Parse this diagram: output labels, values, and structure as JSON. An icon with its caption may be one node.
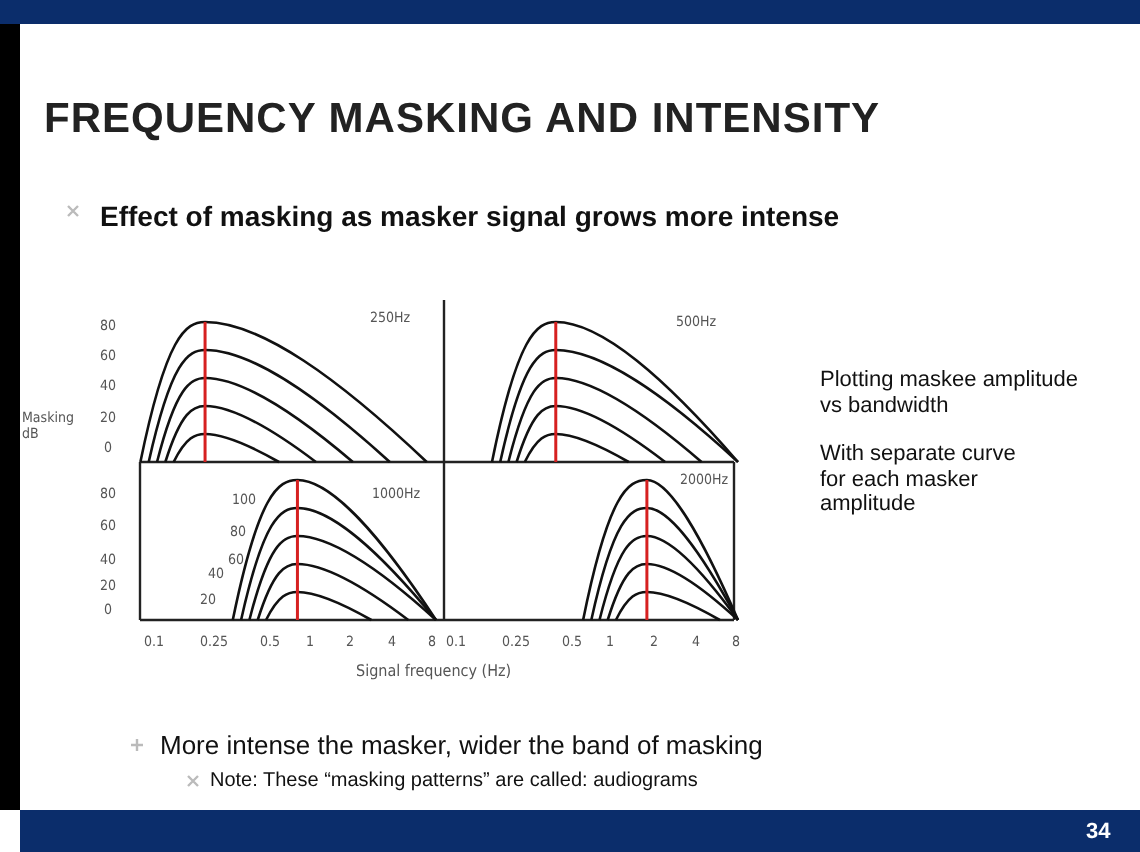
{
  "diagram": {
    "title": "FREQUENCY MASKING AND INTENSITY",
    "labels": [
      "Effect of masking as masker signal grows more intense",
      "80",
      "60",
      "40",
      "20",
      "0",
      "250Hz",
      "500Hz",
      "Masking dB",
      "Plotting maskee amplitude vs bandwidth",
      "80",
      "60",
      "40",
      "20",
      "0",
      "100",
      "80",
      "60",
      "40",
      "20",
      "1000Hz",
      "2000Hz",
      "With separate curve for each masker amplitude",
      "0.1",
      "0.25",
      "0.5",
      "1",
      "2",
      "4",
      "8",
      "0.1",
      "0.25",
      "0.5",
      "1",
      "2",
      "4",
      "8",
      "Signal frequency (Hz)",
      "More intense the masker, wider the band of masking",
      "Note: These “masking patterns” are called: audiograms",
      "34"
    ]
  }
}
